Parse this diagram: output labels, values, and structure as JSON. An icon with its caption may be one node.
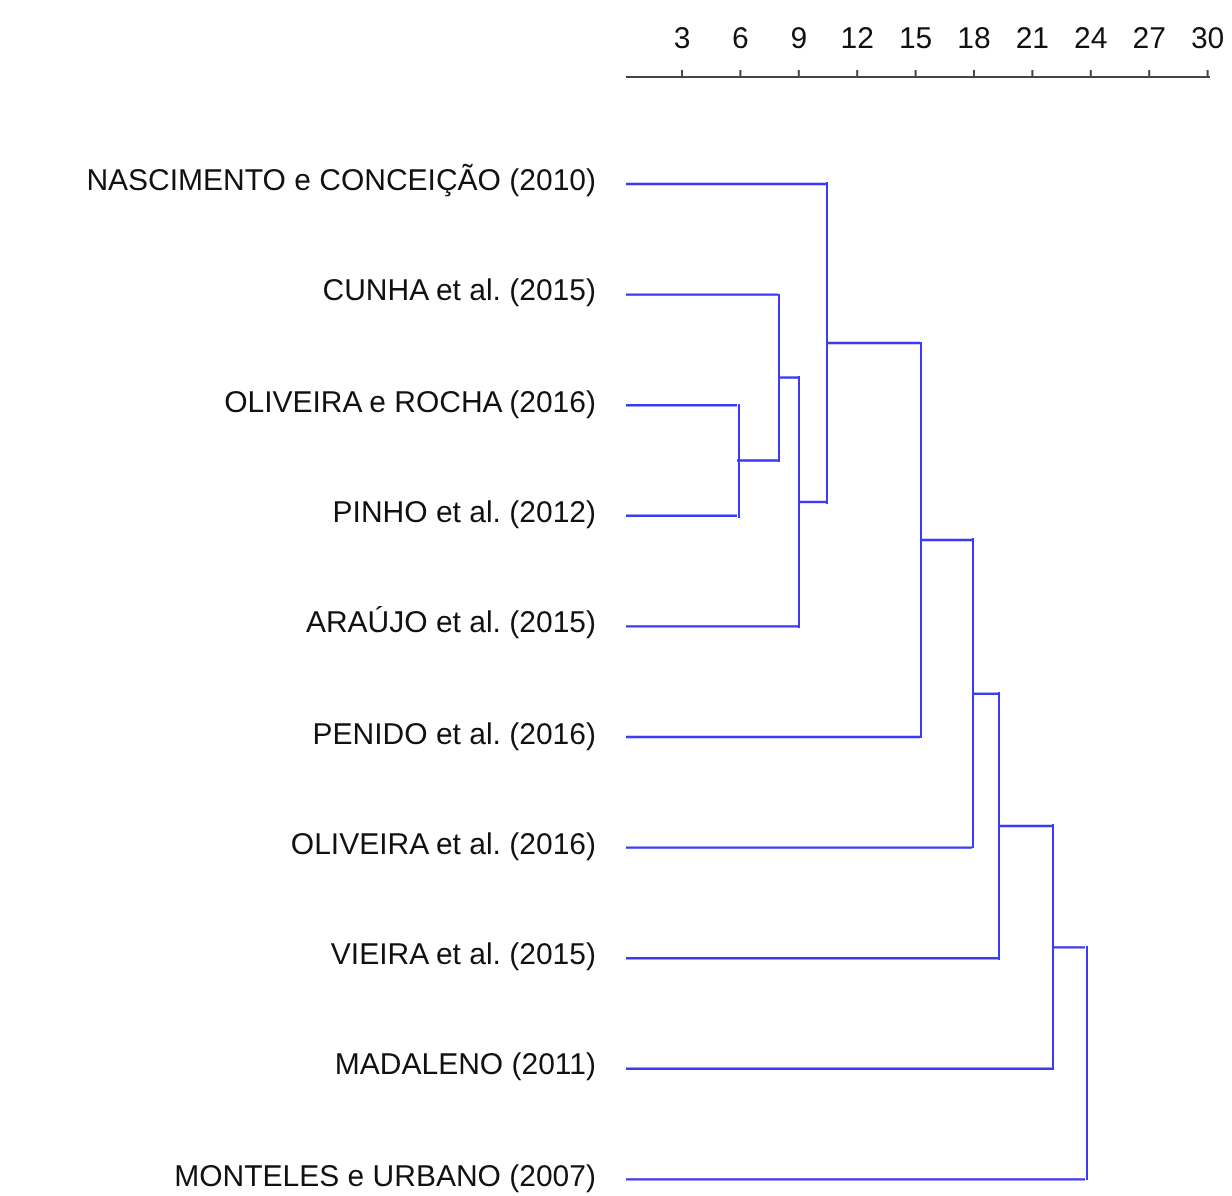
{
  "diagram": {
    "nodes": [
      {
        "text": [
          "NASCIMENTO e CONCEIÇÃO (2010)"
        ]
      },
      {
        "text": [
          "CUNHA et al. (2015)"
        ]
      },
      {
        "text": [
          "OLIVEIRA e ROCHA (2016)"
        ]
      },
      {
        "text": [
          "PINHO et al. (2012)"
        ]
      },
      {
        "text": [
          "ARAÚJO et al. (2015)"
        ]
      },
      {
        "text": [
          "PENIDO et al. (2016)"
        ]
      },
      {
        "text": [
          "OLIVEIRA et al. (2016)"
        ]
      },
      {
        "text": [
          "VIEIRA et al. (2015)"
        ]
      },
      {
        "text": [
          "MADALENO (2011)"
        ]
      },
      {
        "text": [
          "MONTELES e URBANO (2007)"
        ]
      },
      {
        "text": [],
        "shape": "bar"
      },
      {
        "text": [],
        "shape": "bar"
      },
      {
        "text": [],
        "shape": "bar"
      },
      {
        "text": [],
        "shape": "bar"
      },
      {
        "text": [],
        "shape": "bar"
      },
      {
        "text": [],
        "shape": "bar"
      },
      {
        "text": [],
        "shape": "bar"
      },
      {
        "text": [],
        "shape": "bar"
      },
      {
        "text": [],
        "shape": "bar"
      }
    ],
    "edges": [
      {
        "from": 3,
        "to": 10,
        "arrow": "none"
      },
      {
        "from": 2,
        "to": 10,
        "arrow": "none"
      },
      {
        "from": 1,
        "to": 11,
        "arrow": "none"
      },
      {
        "from": 10,
        "to": 11,
        "arrow": "none"
      },
      {
        "from": 11,
        "to": 12,
        "arrow": "none"
      },
      {
        "from": 4,
        "to": 12,
        "arrow": "none"
      },
      {
        "from": 0,
        "to": 13,
        "arrow": "none"
      },
      {
        "from": 12,
        "to": 13,
        "arrow": "none"
      },
      {
        "from": 13,
        "to": 14,
        "arrow": "none"
      },
      {
        "from": 5,
        "to": 14,
        "arrow": "none"
      },
      {
        "from": 14,
        "to": 15,
        "arrow": "none"
      },
      {
        "from": 6,
        "to": 15,
        "arrow": "none"
      },
      {
        "from": 15,
        "to": 16,
        "arrow": "none"
      },
      {
        "from": 7,
        "to": 16,
        "arrow": "none"
      },
      {
        "from": 16,
        "to": 17,
        "arrow": "none"
      },
      {
        "from": 8,
        "to": 17,
        "arrow": "none"
      },
      {
        "from": 17,
        "to": 18,
        "arrow": "none"
      },
      {
        "from": 9,
        "to": 18,
        "arrow": "none"
      }
    ],
    "labels": [
      "3",
      "6",
      "9",
      "12",
      "15",
      "18",
      "21",
      "24",
      "27",
      "30"
    ]
  }
}
